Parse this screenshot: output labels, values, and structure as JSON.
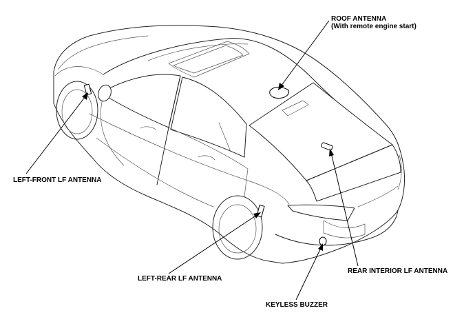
{
  "labels": {
    "roof_antenna": "ROOF ANTENNA",
    "roof_antenna_note": "(With remote engine start)",
    "left_front": "LEFT-FRONT LF ANTENNA",
    "left_rear": "LEFT-REAR LF ANTENNA",
    "rear_interior": "REAR INTERIOR LF ANTENNA",
    "keyless_buzzer": "KEYLESS BUZZER"
  }
}
